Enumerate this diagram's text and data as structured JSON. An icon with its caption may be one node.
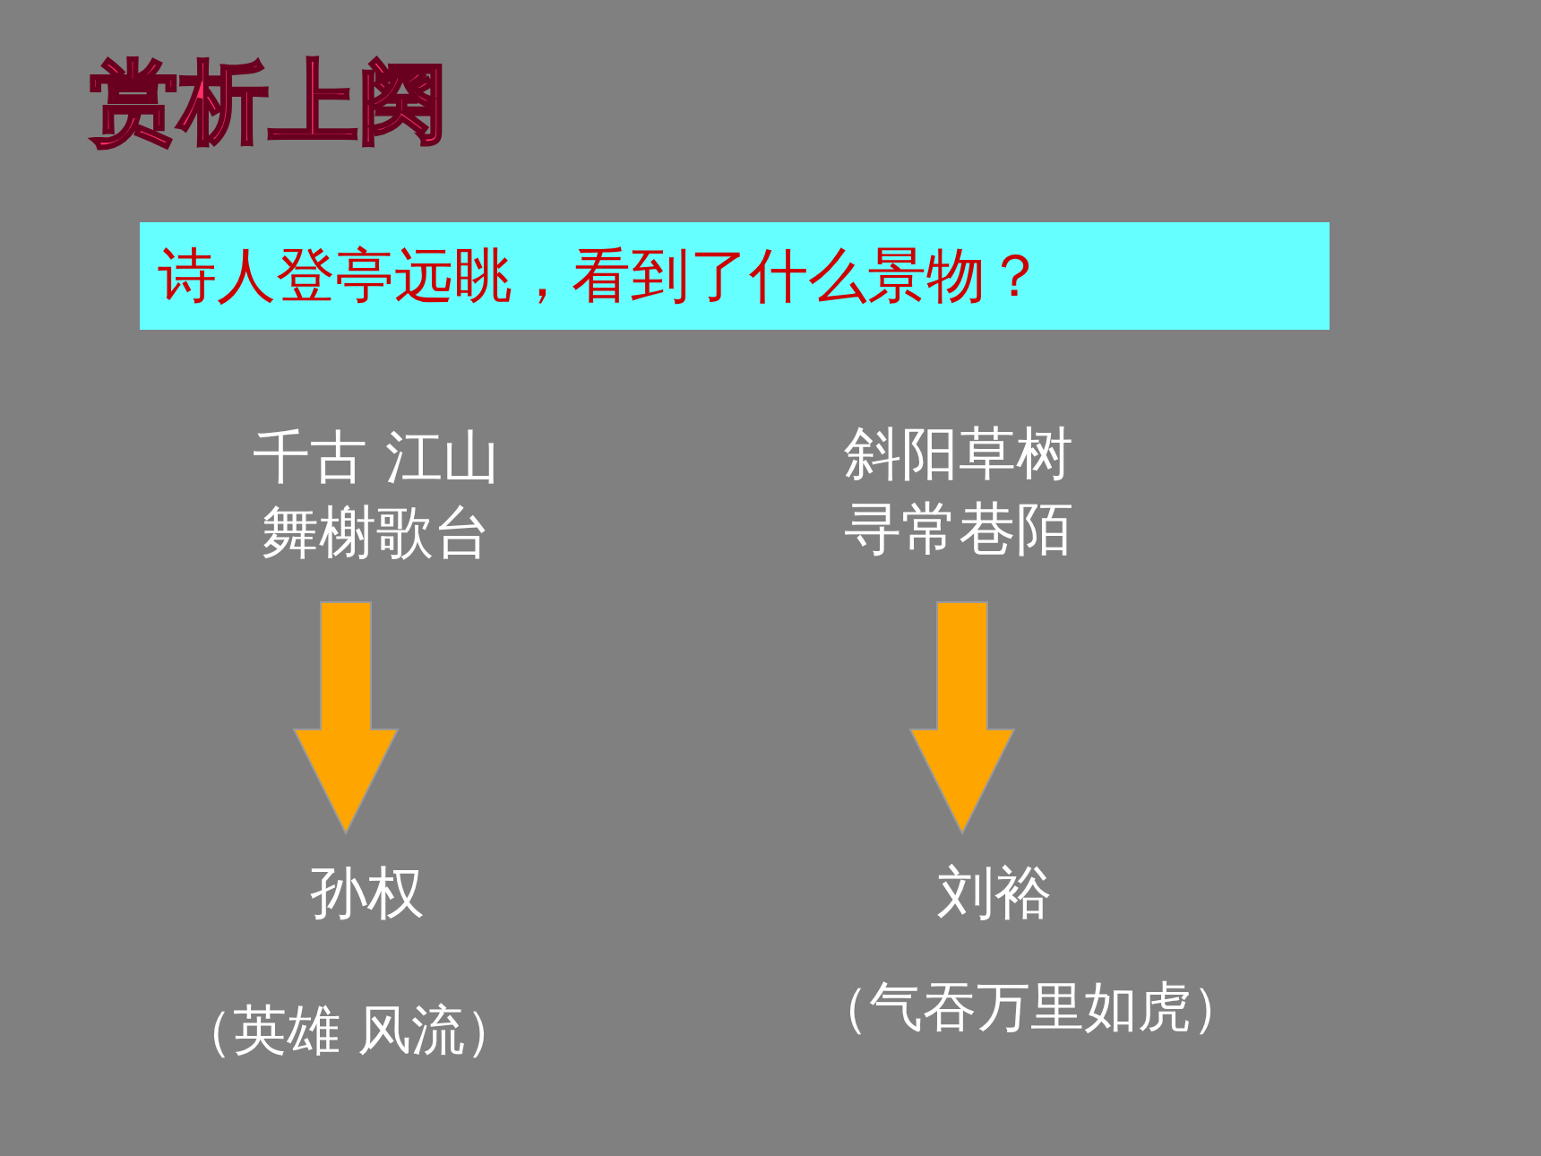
{
  "diagram": {
    "title": "赏析上阕",
    "nodes": [
      {
        "text": [
          "诗人登亭远眺，看到了什么景物？"
        ]
      },
      {
        "text": [
          "千古 江山",
          "舞榭歌台"
        ]
      },
      {
        "text": [
          "斜阳草树",
          "寻常巷陌"
        ]
      },
      {
        "text": [
          "孙权"
        ],
        "beside": [
          "（英雄  风流）"
        ]
      },
      {
        "text": [
          "刘裕"
        ],
        "beside": [
          "（气吞万里如虎）"
        ]
      }
    ],
    "edges": [
      {
        "from": 1,
        "to": 3,
        "arrow": "to"
      },
      {
        "from": 2,
        "to": 4,
        "arrow": "to"
      }
    ]
  }
}
